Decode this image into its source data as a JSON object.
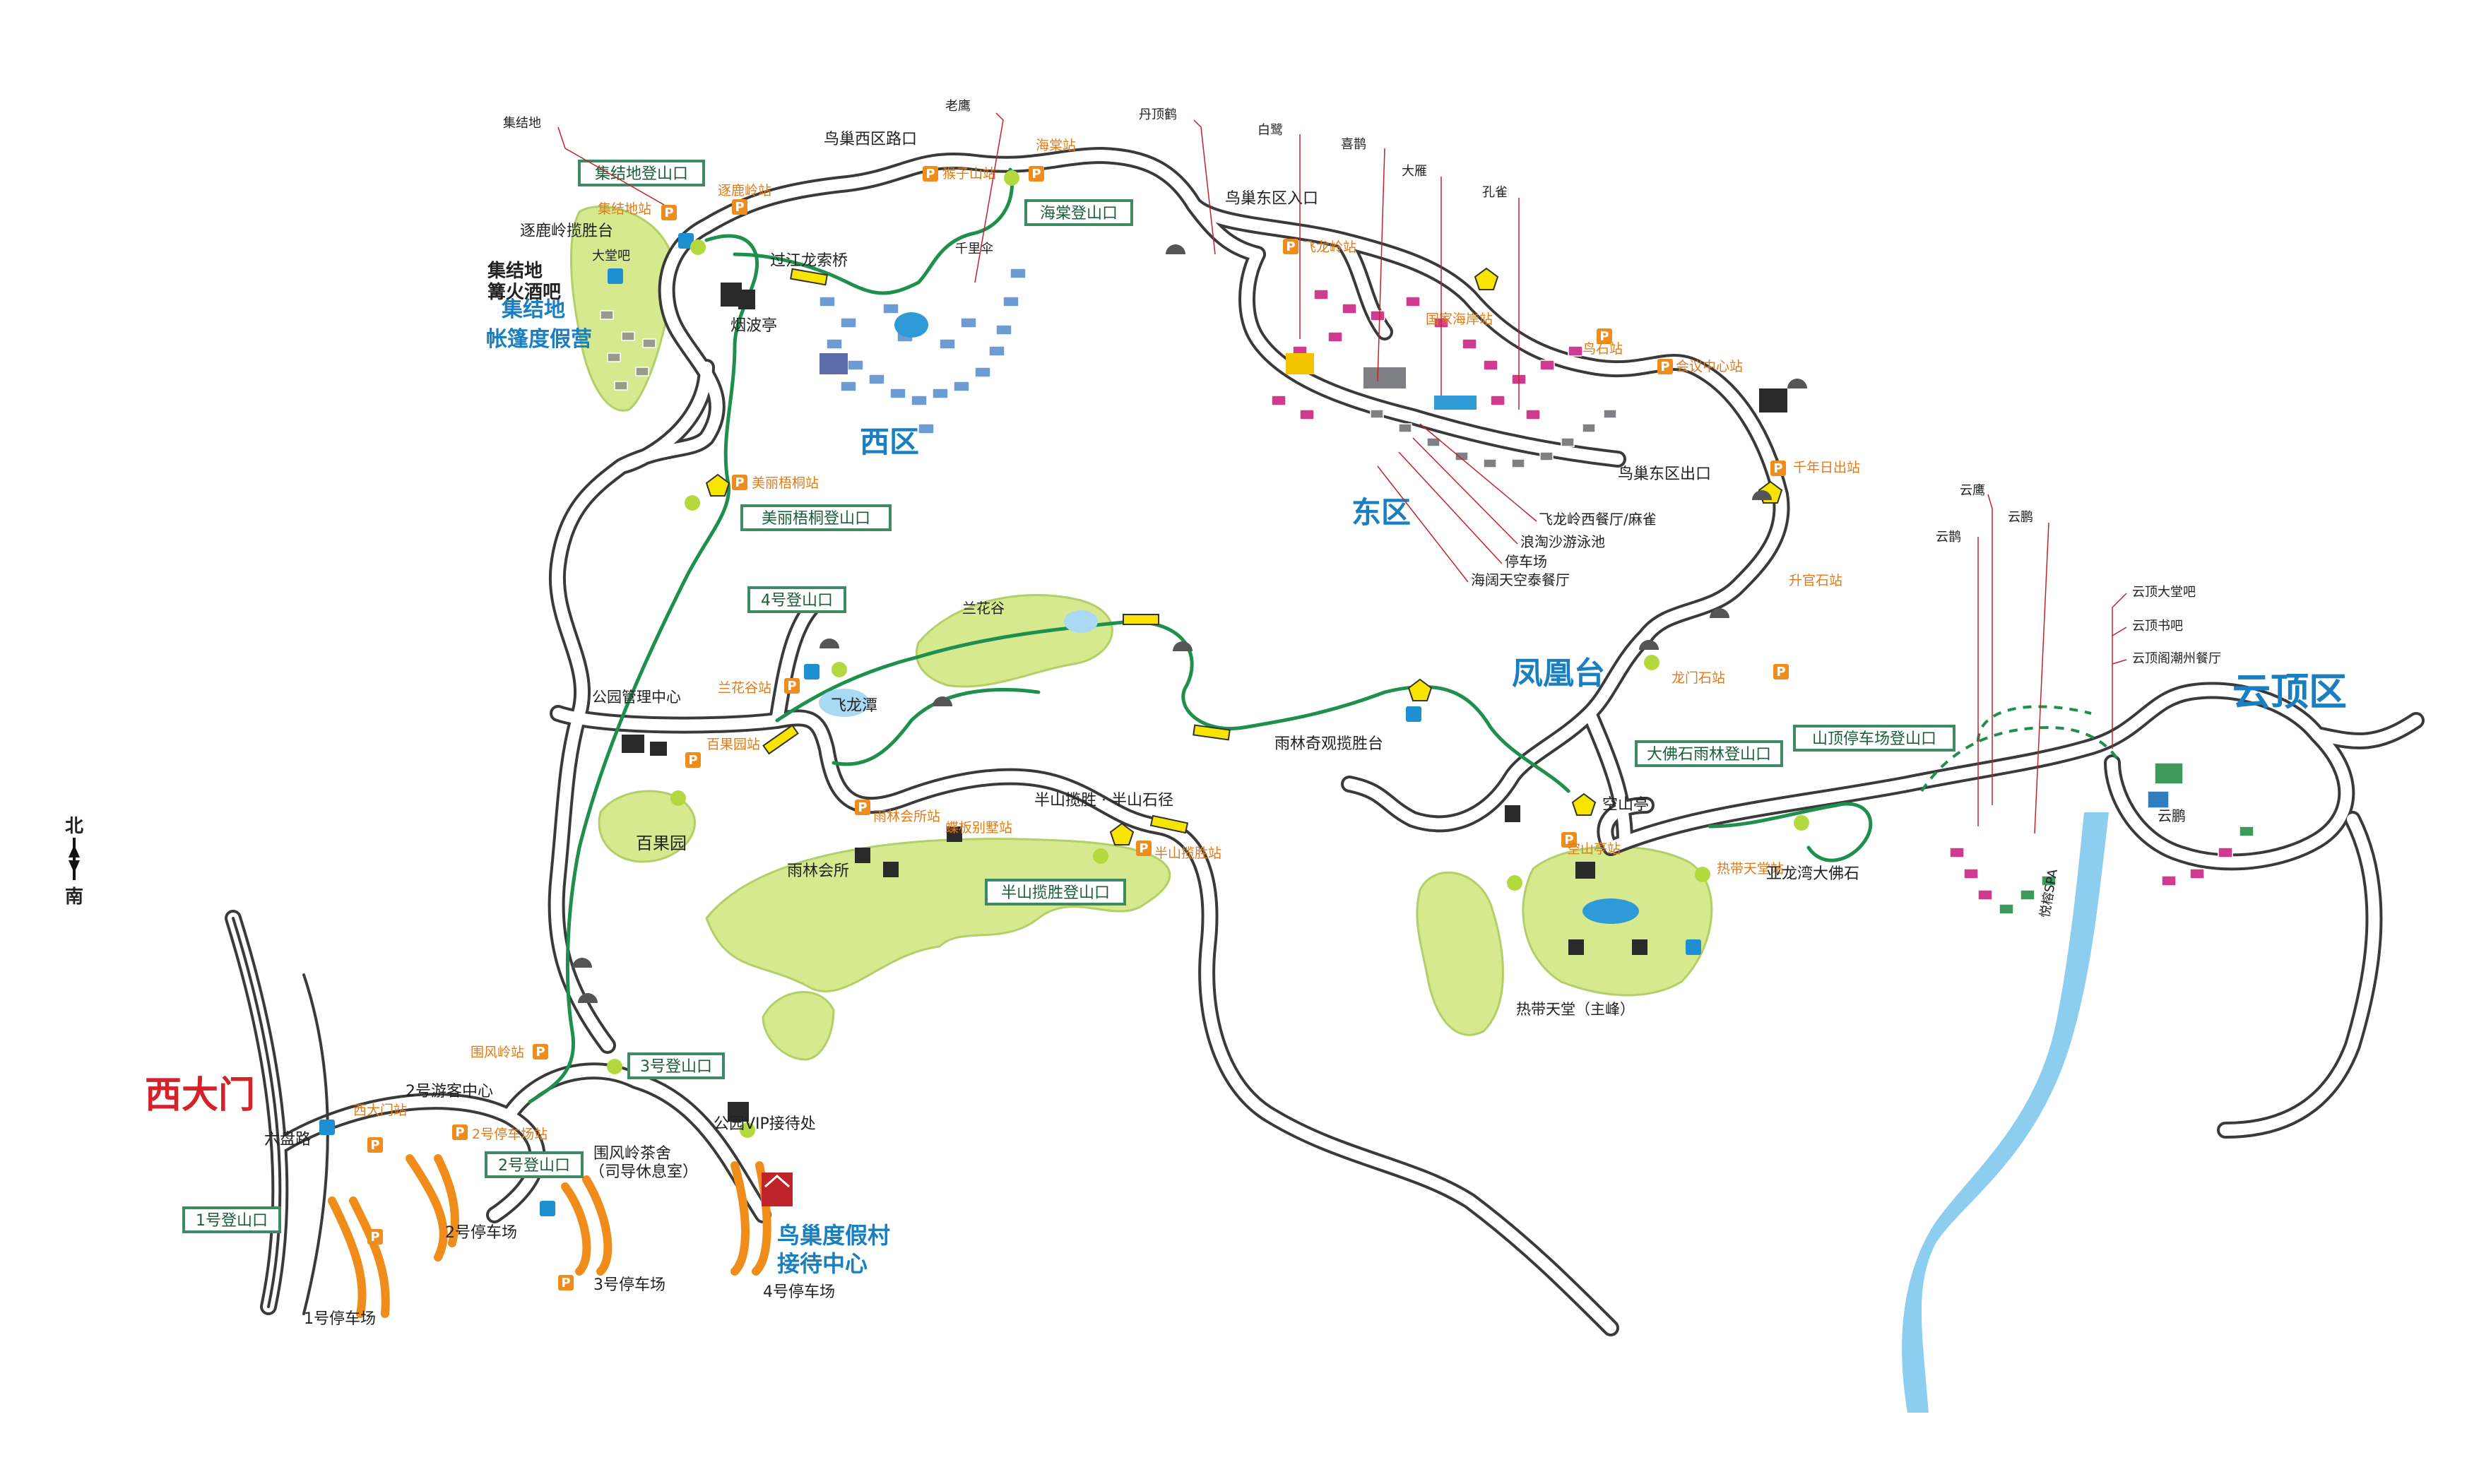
{
  "zones": {
    "west_gate": "西大门",
    "west": "西区",
    "east": "东区",
    "phoenix": "凤凰台",
    "summit": "云顶区",
    "assembly_camp": "集结地\n帐篷度假营",
    "nest_resort": "鸟巢度假村\n接待中心"
  },
  "compass": {
    "north": "北",
    "south": "南"
  },
  "trailheads": [
    "集结地登山口",
    "海棠登山口",
    "美丽梧桐登山口",
    "4号登山口",
    "半山揽胜登山口",
    "3号登山口",
    "2号登山口",
    "1号登山口",
    "大佛石雨林登山口",
    "山顶停车场登山口"
  ],
  "bus_stops": [
    "集结地站",
    "逐鹿岭站",
    "猴子山站",
    "海棠站",
    "飞龙岭站",
    "美丽梧桐站",
    "兰花谷站",
    "雨林会所站",
    "蝶板别墅站",
    "半山揽胜站",
    "围风岭站",
    "西大门站",
    "2号停车场站",
    "会议中心站",
    "鸟石站",
    "千年日出站",
    "升官石站",
    "龙门石站",
    "空山亭站",
    "热带天堂站",
    "百果园站"
  ],
  "places": [
    "集结地",
    "逐鹿岭揽胜台",
    "大堂吧",
    "集结地\n篝火酒吧",
    "鸟巢西区路口",
    "过江龙索桥",
    "烟波亭",
    "千里伞",
    "老鹰",
    "丹顶鹤",
    "白鹭",
    "喜鹊",
    "大雁",
    "孔雀",
    "鸟巢东区入口",
    "国家海岸站",
    "鸟巢东区出口",
    "飞龙岭西餐厅/麻雀",
    "浪淘沙游泳池",
    "停车场",
    "海阔天空泰餐厅",
    "兰花谷",
    "公园管理中心",
    "飞龙潭",
    "雨林奇观揽胜台",
    "半山揽胜 · 半山石径",
    "雨林会所",
    "百果园",
    "空山亭",
    "热带天堂（主峰）",
    "亚龙湾大佛石",
    "云鹰",
    "云鹊",
    "云鹏",
    "云顶大堂吧",
    "云顶书吧",
    "云顶阁潮州餐厅",
    "2号游客中心",
    "公园VIP接待处",
    "围风岭茶舍\n（司导休息室）",
    "六盘路",
    "1号停车场",
    "2号停车场",
    "3号停车场",
    "4号停车场",
    "云鹏",
    "悦榕SPA"
  ],
  "colors": {
    "road": "#3a3a3a",
    "trail": "#1f8f4e",
    "trailhead_border": "#3e8a64",
    "zone_blue": "#1a7fc1",
    "zone_red": "#d2232a",
    "stop_orange": "#e07b1b",
    "parking": "#f08c1a",
    "lawn": "#d6e98f",
    "river": "#8ccdf0",
    "villa_blue": "#6d9bd3",
    "villa_pink": "#d03b8f",
    "villa_gray": "#7f8084"
  },
  "icons": [
    "parking-icon",
    "restroom-icon",
    "pavilion-icon",
    "tunnel-icon",
    "bus-stop-icon",
    "scenic-lookout-icon"
  ]
}
